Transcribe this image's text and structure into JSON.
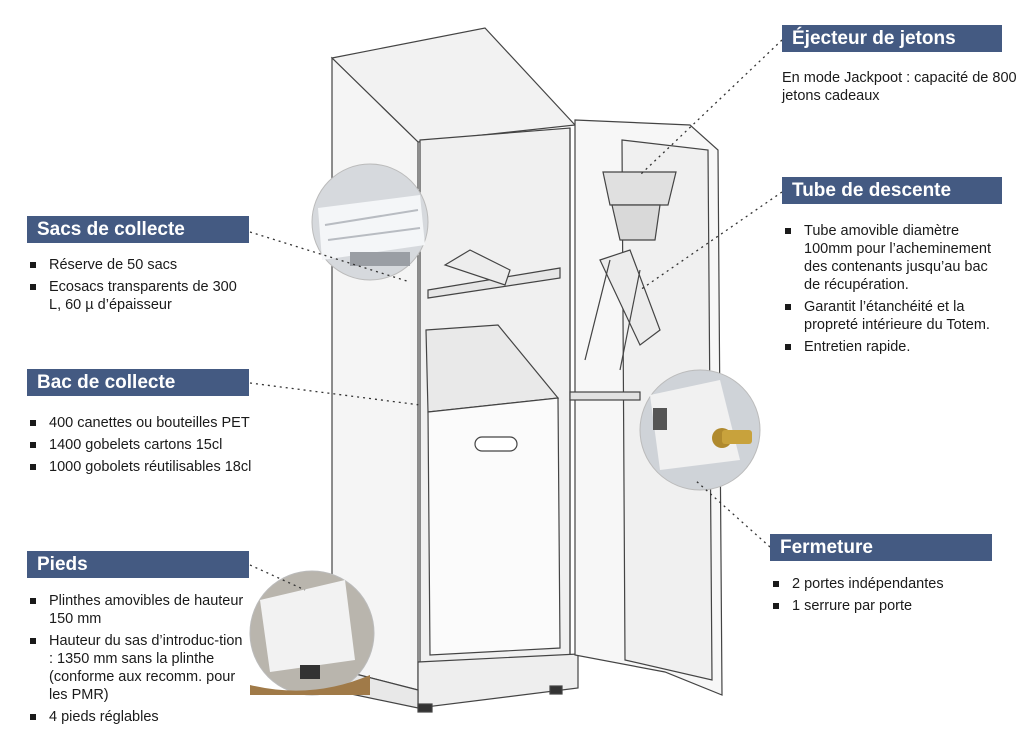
{
  "sections": {
    "sacs": {
      "title": "Sacs de collecte",
      "items": [
        "Réserve de 50 sacs",
        "Ecosacs transparents de 300 L, 60 µ d’épaisseur"
      ]
    },
    "bac": {
      "title": "Bac de collecte",
      "items": [
        "400 canettes ou bouteilles PET",
        "1400 gobelets cartons 15cl",
        "1000 gobolets réutilisables 18cl"
      ]
    },
    "pieds": {
      "title": "Pieds",
      "items": [
        "Plinthes amovibles de hauteur 150 mm",
        "Hauteur du sas d’introduc-tion : 1350 mm sans la plinthe (conforme aux recomm. pour les PMR)",
        "4 pieds réglables"
      ]
    },
    "ejecteur": {
      "title": "Éjecteur de jetons",
      "text": "En mode Jackpoot : capacité de 800 jetons cadeaux"
    },
    "tube": {
      "title": "Tube de descente",
      "items": [
        "Tube amovible diamètre 100mm pour l’acheminement des contenants jusqu’au bac de récupération.",
        "Garantit l’étanchéité et la propreté intérieure du Totem.",
        "Entretien rapide."
      ]
    },
    "fermeture": {
      "title": "Fermeture",
      "items": [
        "2 portes indépendantes",
        "1 serrure par porte"
      ]
    }
  },
  "colors": {
    "header_bg": "#445a82",
    "header_text": "#ffffff",
    "body_text": "#1a1a1a"
  }
}
